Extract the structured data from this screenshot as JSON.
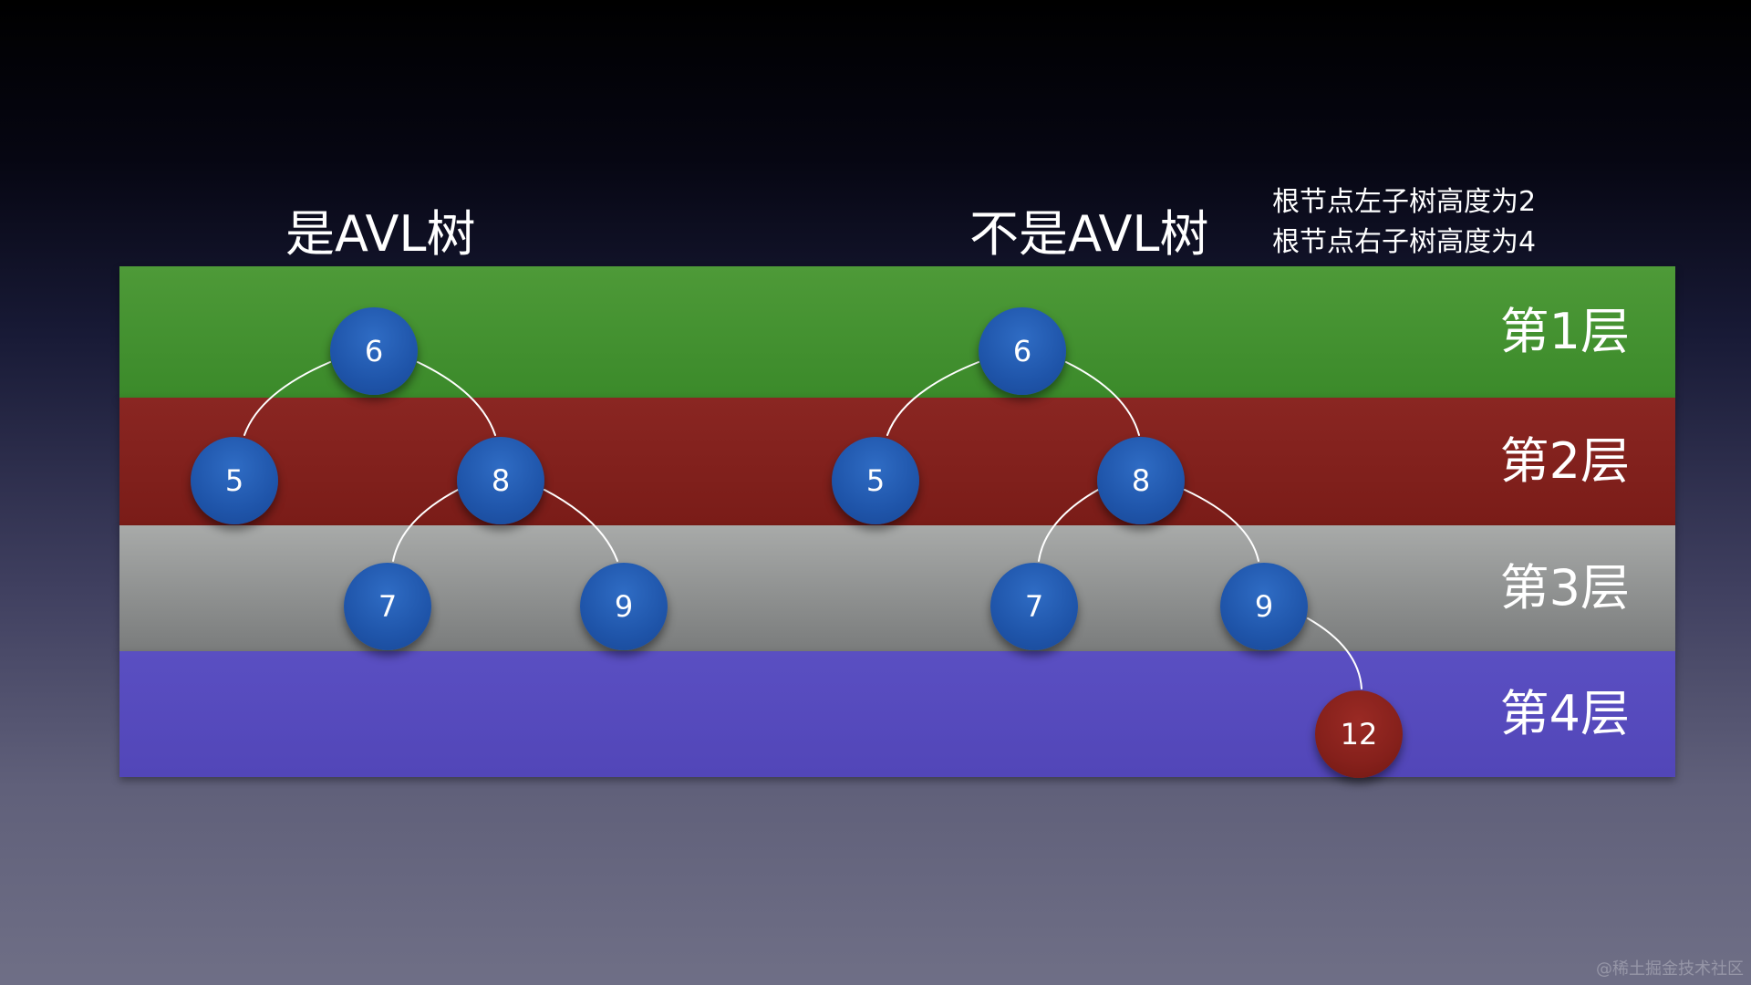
{
  "titles": {
    "left": "是AVL树",
    "right": "不是AVL树"
  },
  "notes": {
    "line1": "根节点左子树高度为2",
    "line2": "根节点右子树高度为4"
  },
  "levels": [
    "第1层",
    "第2层",
    "第3层",
    "第4层"
  ],
  "level_colors": [
    "#3b8a2a",
    "#7a1c18",
    "#8a8c8c",
    "#5246b8"
  ],
  "trees": {
    "left": {
      "nodes": {
        "n6": "6",
        "n5": "5",
        "n8": "8",
        "n7": "7",
        "n9": "9"
      },
      "edges": [
        [
          "6",
          "5"
        ],
        [
          "6",
          "8"
        ],
        [
          "8",
          "7"
        ],
        [
          "8",
          "9"
        ]
      ]
    },
    "right": {
      "nodes": {
        "n6": "6",
        "n5": "5",
        "n8": "8",
        "n7": "7",
        "n9": "9",
        "n12": "12"
      },
      "edges": [
        [
          "6",
          "5"
        ],
        [
          "6",
          "8"
        ],
        [
          "8",
          "7"
        ],
        [
          "8",
          "9"
        ],
        [
          "9",
          "12"
        ]
      ]
    }
  },
  "node_colors": {
    "normal": "#1f55aa",
    "highlight": "#85201b"
  },
  "watermark": "@稀土掘金技术社区"
}
